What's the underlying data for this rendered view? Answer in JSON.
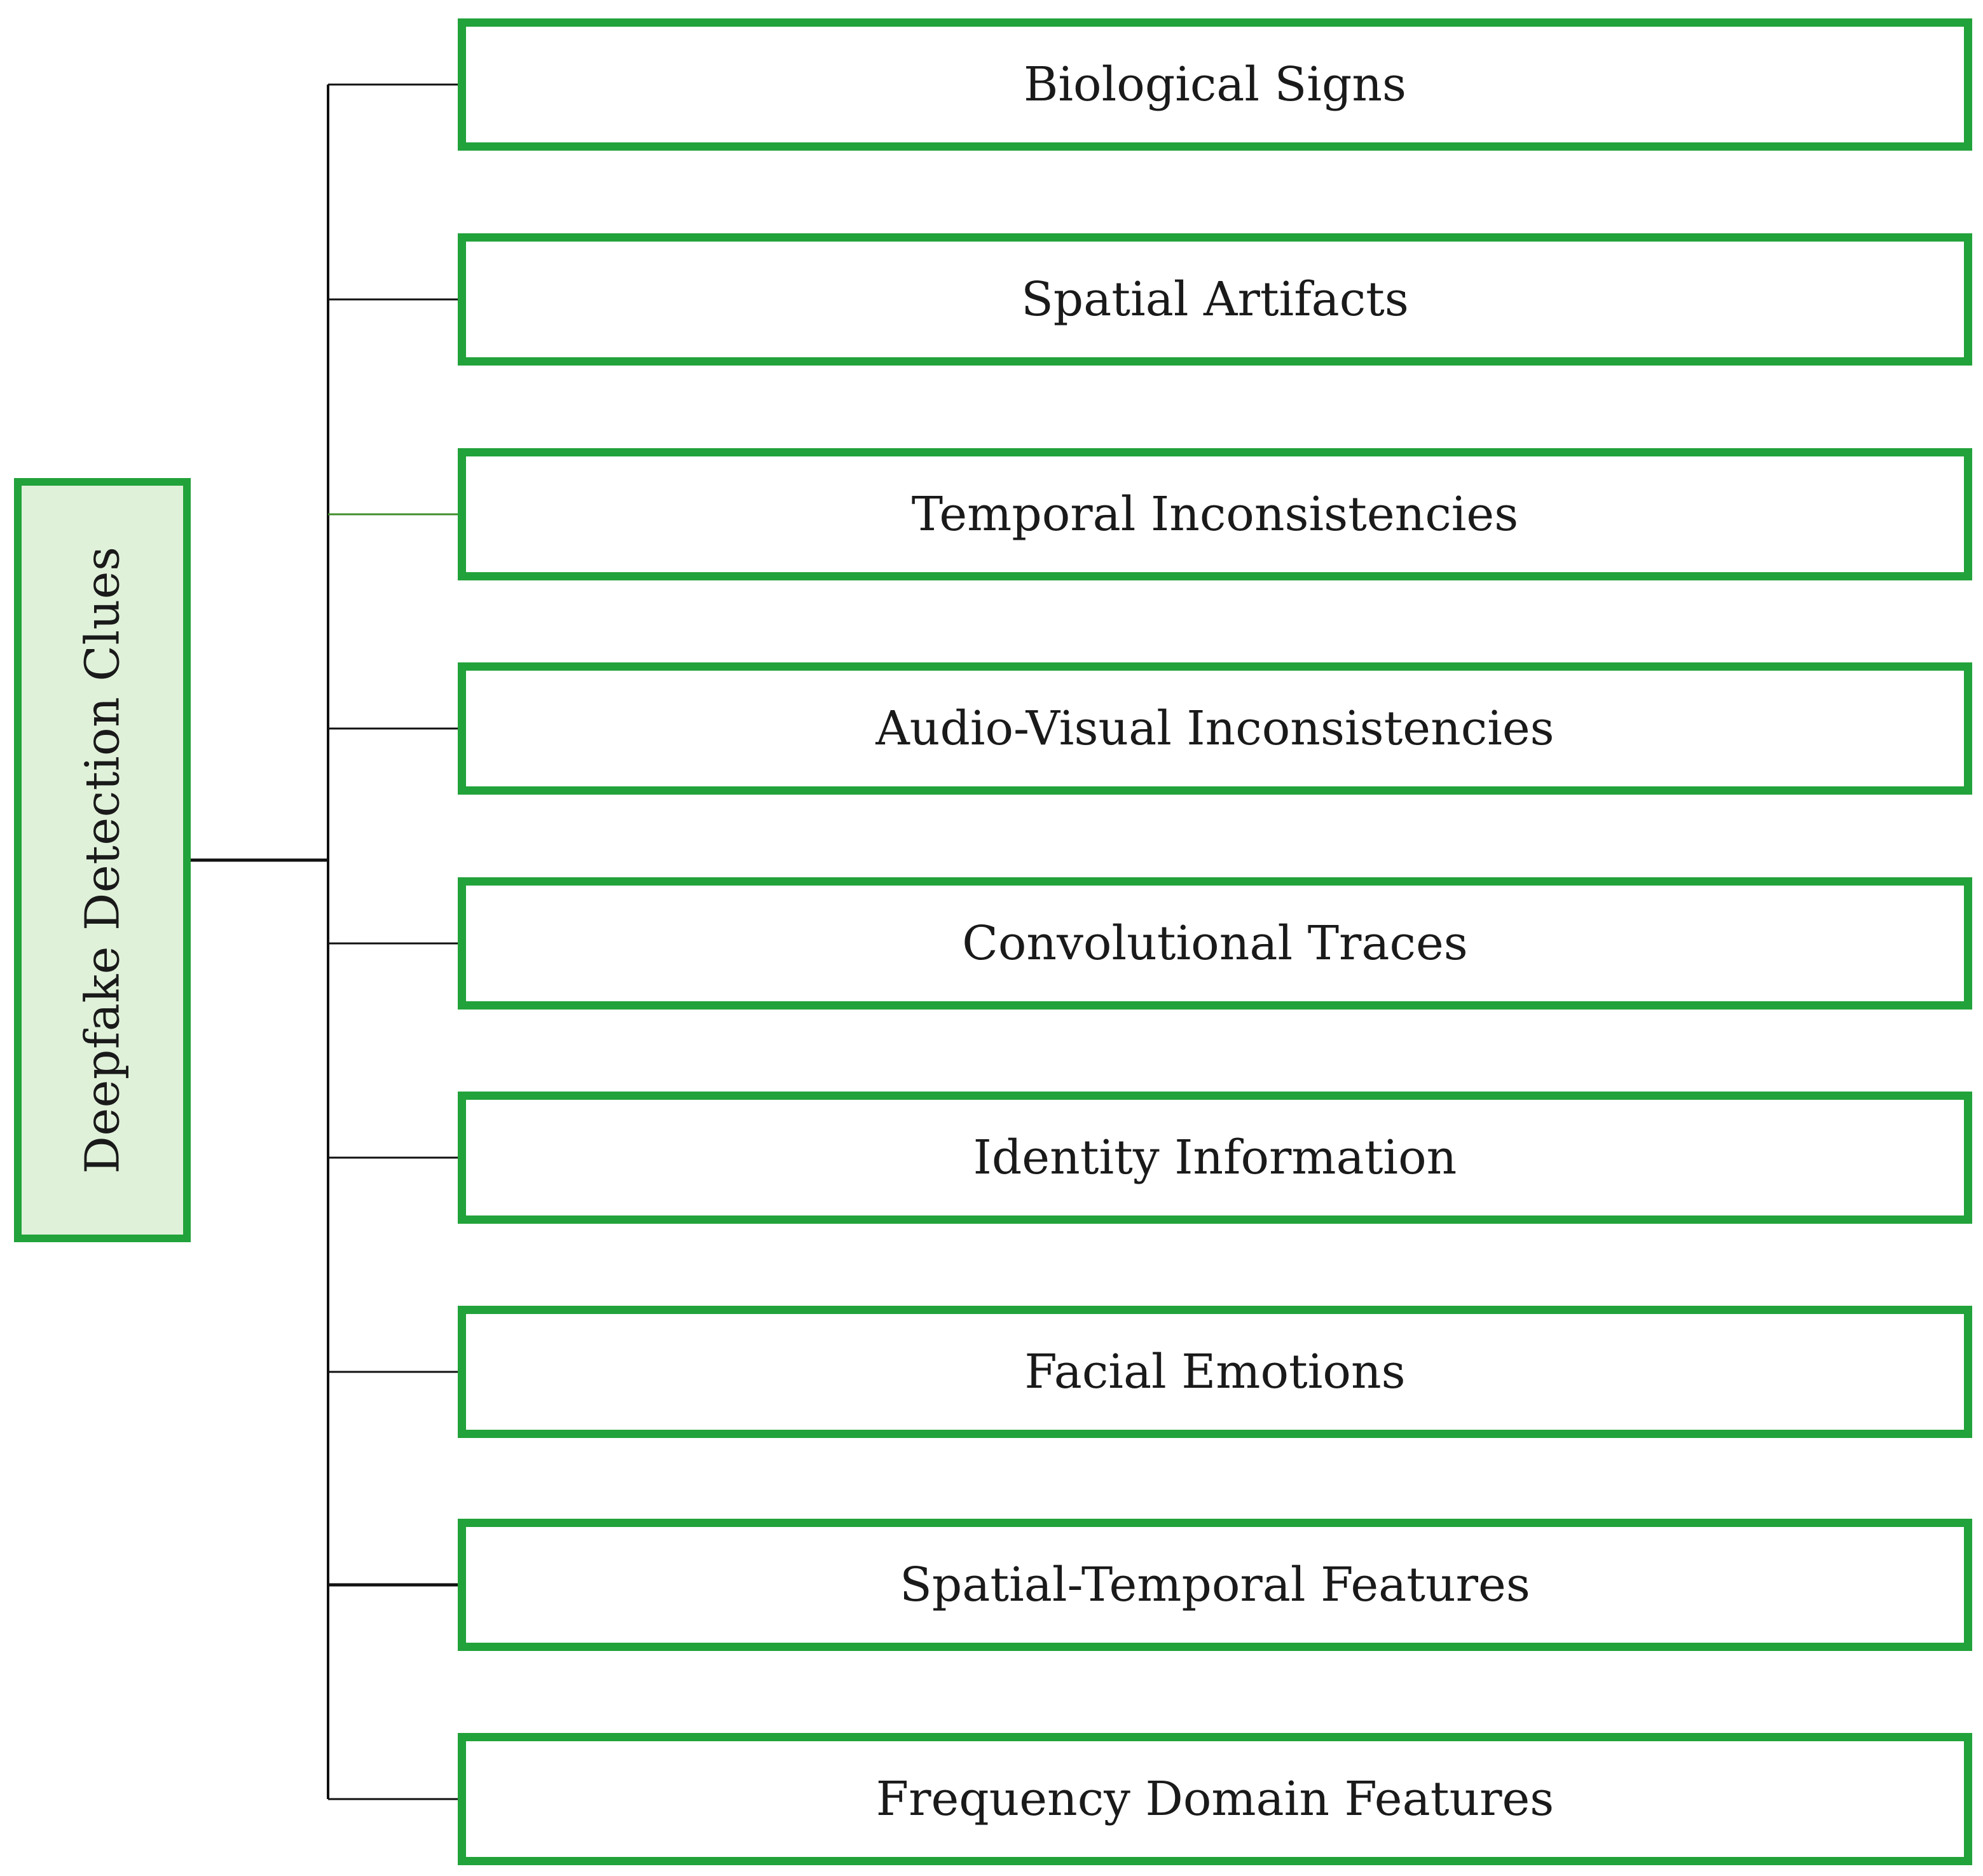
{
  "diagram": {
    "root": {
      "label": "Deepfake Detection Clues"
    },
    "children": [
      {
        "label": "Biological Signs"
      },
      {
        "label": "Spatial Artifacts"
      },
      {
        "label": "Temporal Inconsistencies"
      },
      {
        "label": "Audio-Visual Inconsistencies"
      },
      {
        "label": "Convolutional Traces"
      },
      {
        "label": "Identity Information"
      },
      {
        "label": "Facial Emotions"
      },
      {
        "label": "Spatial-Temporal Features"
      },
      {
        "label": "Frequency Domain Features"
      }
    ],
    "colors": {
      "box_border": "#22a23a",
      "root_fill": "#e0f1da",
      "child_fill": "#ffffff",
      "connector": "#111111",
      "text": "#1a1a1a"
    }
  }
}
